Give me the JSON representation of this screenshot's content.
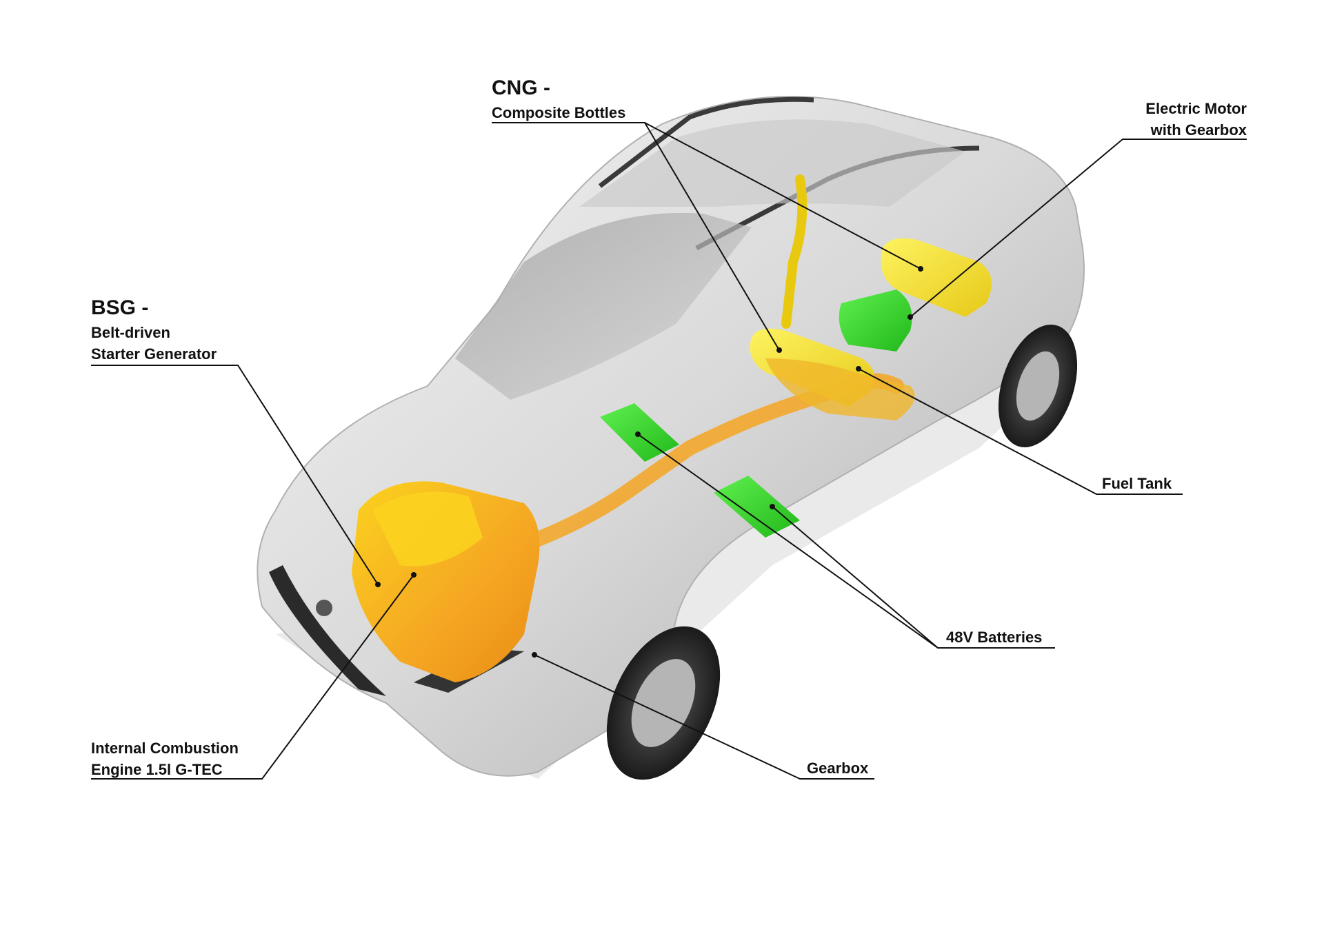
{
  "colors": {
    "engine_orange": "#f5a623",
    "engine_gold": "#f7c21c",
    "tank_yellow": "#f6e21a",
    "battery_green": "#35d62a",
    "car_body": "#cfcfcf",
    "leader_line": "#111111"
  },
  "labels": {
    "cng": {
      "title": "CNG -",
      "subtitle": "Composite Bottles"
    },
    "bsg": {
      "title": "BSG -",
      "line1": "Belt-driven",
      "line2": "Starter Generator"
    },
    "electric_motor": {
      "line1": "Electric Motor",
      "line2": "with Gearbox"
    },
    "fuel_tank": "Fuel Tank",
    "batteries": "48V Batteries",
    "ice": {
      "line1": "Internal Combustion",
      "line2": "Engine 1.5l G-TEC"
    },
    "gearbox": "Gearbox"
  }
}
